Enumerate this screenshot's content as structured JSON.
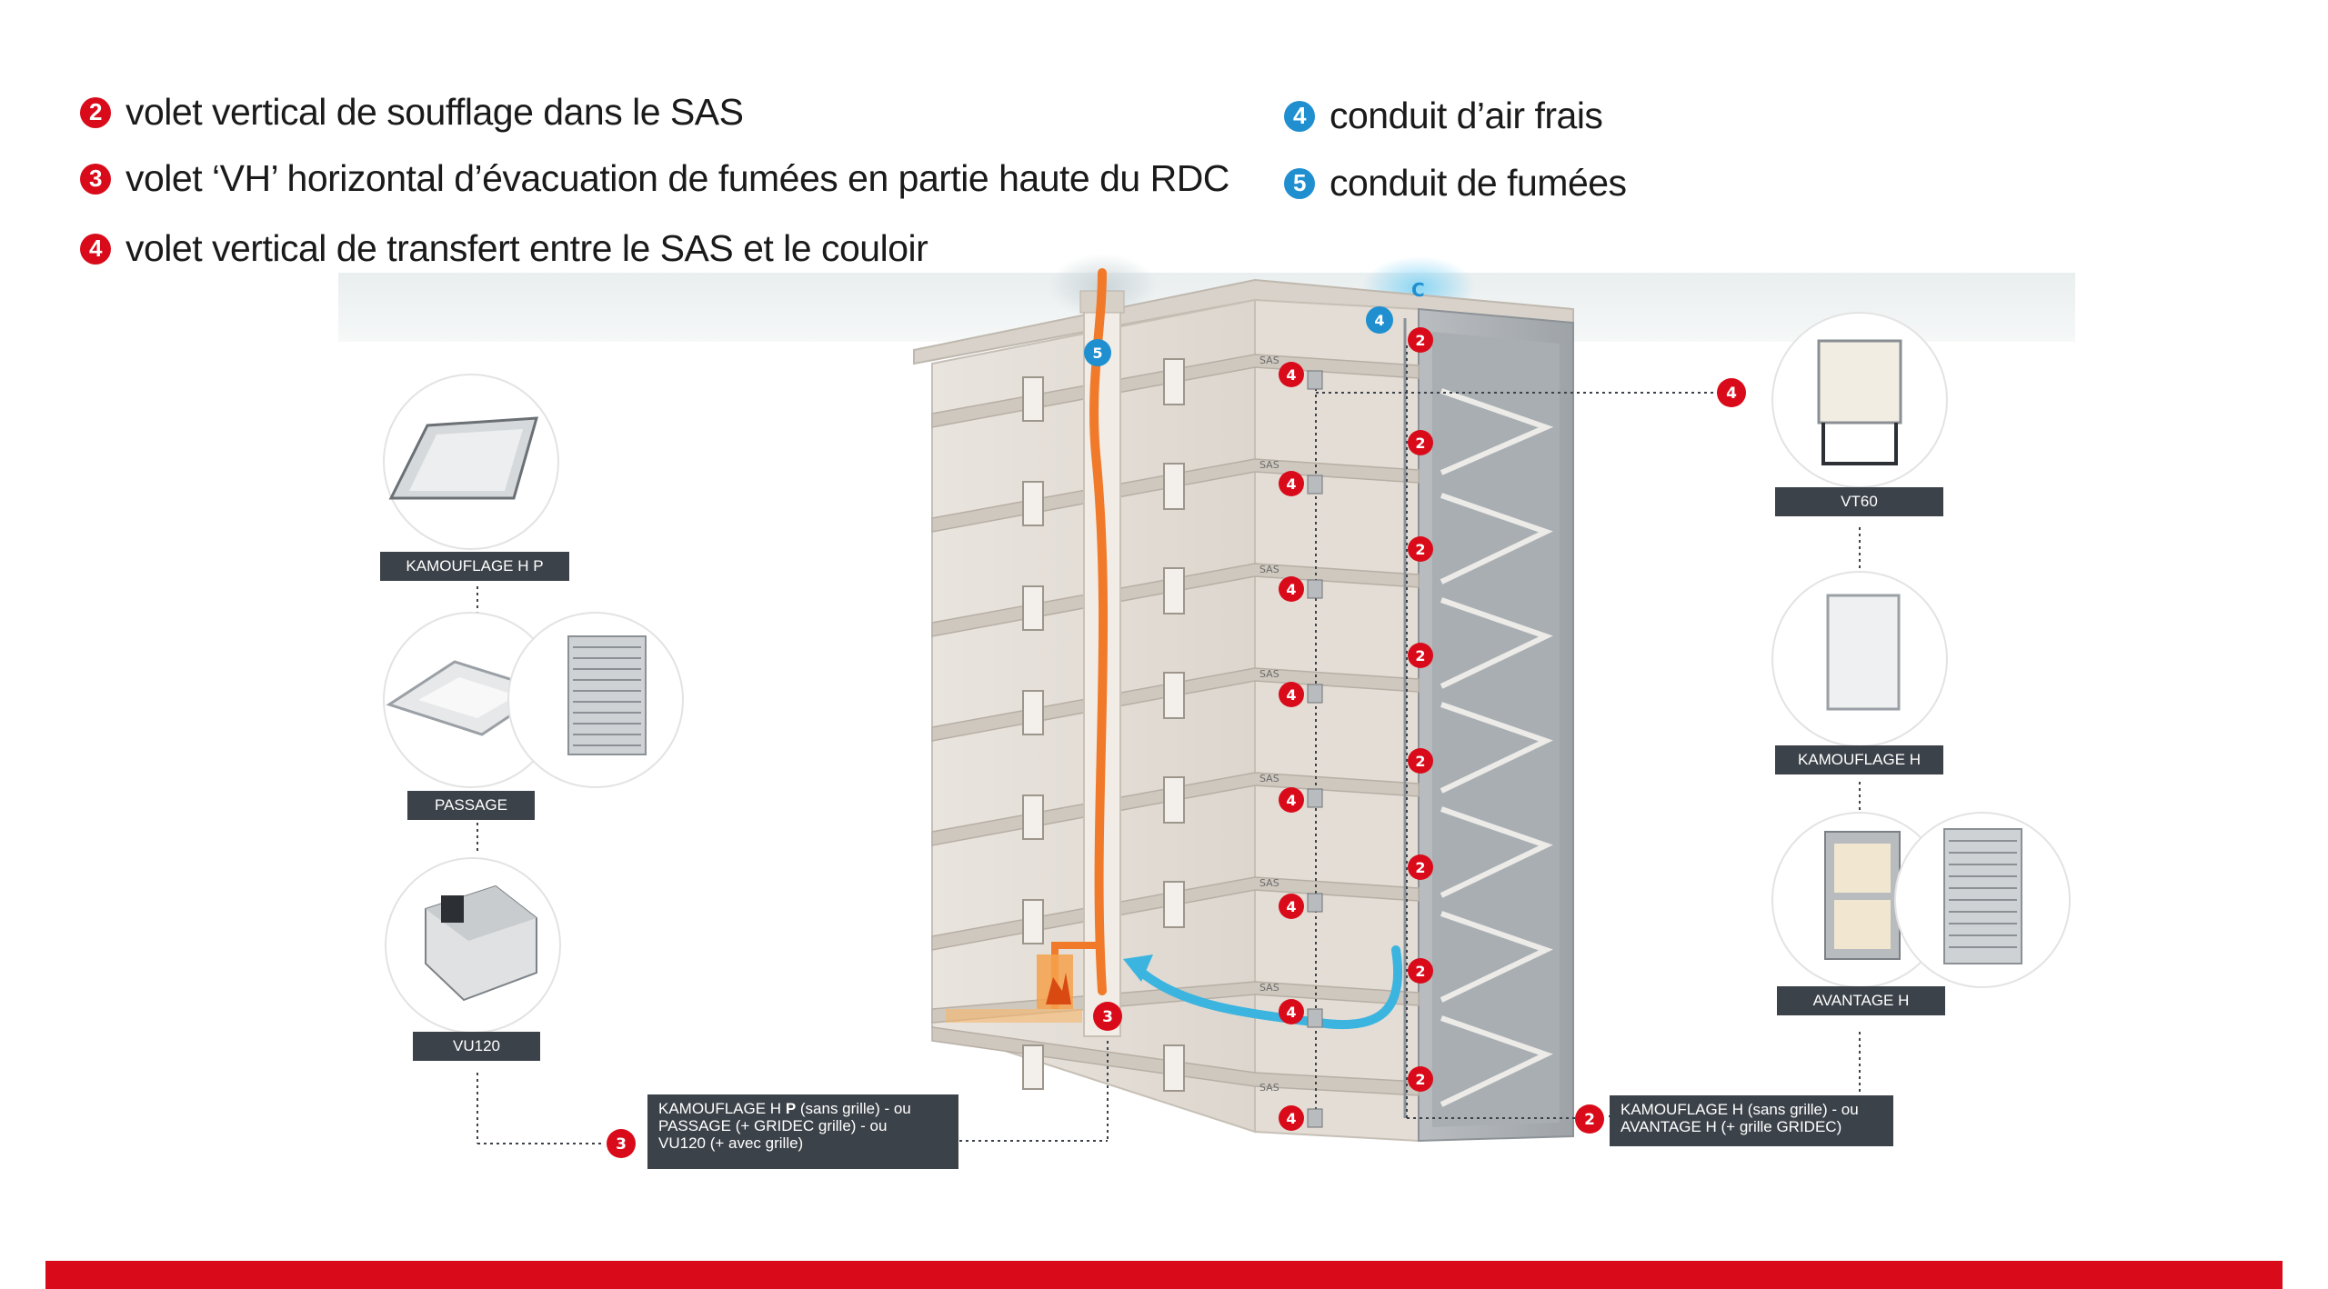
{
  "legend": {
    "items": [
      {
        "number": "2",
        "color": "#d90b1a",
        "text": "volet vertical de soufflage dans le SAS"
      },
      {
        "number": "3",
        "color": "#d90b1a",
        "text": "volet ‘VH’ horizontal d’évacuation de fumées en partie haute du RDC"
      },
      {
        "number": "4",
        "color": "#d90b1a",
        "text": "volet vertical de transfert entre le SAS et le couloir"
      },
      {
        "number": "4",
        "color": "#1f8fd0",
        "text": "conduit d’air frais"
      },
      {
        "number": "5",
        "color": "#1f8fd0",
        "text": "conduit de fumées"
      }
    ]
  },
  "products_left": {
    "kamouflage_hp": "KAMOUFLAGE H P",
    "passage": "PASSAGE",
    "vu120": "VU120"
  },
  "products_right": {
    "vt60": "VT60",
    "kamouflage_h": "KAMOUFLAGE H",
    "avantage_h": "AVANTAGE H"
  },
  "callout_left": {
    "line1a": "KAMOUFLAGE H ",
    "line1b": "P",
    "line1c": " (sans grille) - ou",
    "line2": "PASSAGE (+ GRIDEC grille) - ou",
    "line3": "VU120 (+ avec grille)"
  },
  "callout_right": {
    "line1": "KAMOUFLAGE H (sans grille) - ou",
    "line2": "AVANTAGE H (+ grille GRIDEC)"
  },
  "markers": {
    "two": "2",
    "three": "3",
    "four": "4",
    "five": "5",
    "sas": "SAS",
    "cap": "C"
  },
  "colors": {
    "red_accent": "#d90b1a",
    "blue_accent": "#1f8fd0",
    "smoke_orange": "#f07a2a",
    "air_blue": "#3cb4e0",
    "label_bg": "#3c4249"
  }
}
